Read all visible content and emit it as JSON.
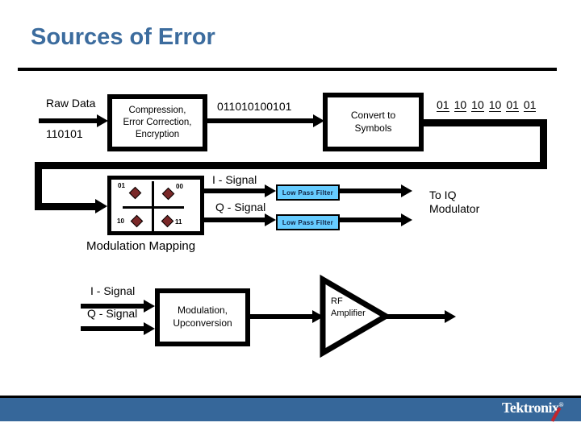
{
  "slide": {
    "title": "Sources of Error"
  },
  "top_chain": {
    "raw_data_label": "Raw Data",
    "raw_data_bits": "110101",
    "process_box": [
      "Compression,",
      "Error Correction,",
      "Encryption"
    ],
    "encoded_bits": "011010100101",
    "convert_box": [
      "Convert to",
      "Symbols"
    ],
    "symbol_pairs": [
      "01",
      "10",
      "10",
      "10",
      "01",
      "01"
    ]
  },
  "mapping": {
    "caption": "Modulation Mapping",
    "constellation": {
      "tl": "01",
      "tr": "00",
      "bl": "10",
      "br": "11"
    },
    "i_signal": "I - Signal",
    "q_signal": "Q - Signal",
    "lpf_label": "Low Pass Filter",
    "output_line1": "To IQ",
    "output_line2": "Modulator"
  },
  "bottom_chain": {
    "i_signal": "I - Signal",
    "q_signal": "Q - Signal",
    "mod_box": [
      "Modulation,",
      "Upconversion"
    ],
    "amp_line1": "RF",
    "amp_line2": "Amplifier"
  },
  "footer": {
    "logo": "Tektronix",
    "reg": "®"
  },
  "colors": {
    "title": "#3c6c9e",
    "footer_blue": "#36679a",
    "lpf_fill": "#66ccff",
    "diamond": "#7a2828",
    "slash_red": "#c2262e"
  }
}
